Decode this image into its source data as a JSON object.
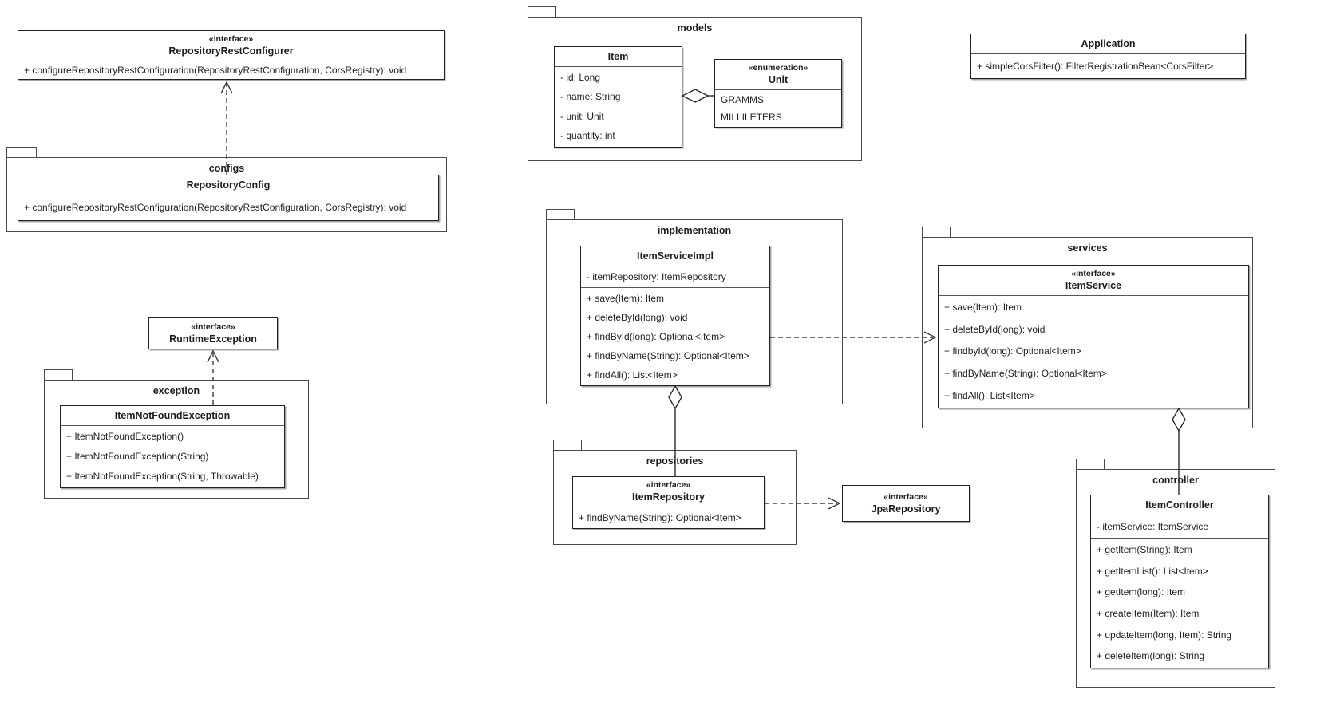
{
  "diagram_title": "Spring item service UML class diagram",
  "packages": {
    "configs": "configs",
    "exception": "exception",
    "models": "models",
    "implementation": "implementation",
    "services": "services",
    "repositories": "repositories",
    "controller": "controller"
  },
  "classes": {
    "repositoryRestConfigurer": {
      "stereotype": "«interface»",
      "name": "RepositoryRestConfigurer",
      "methods": [
        "+ configureRepositoryRestConfiguration(RepositoryRestConfiguration, CorsRegistry): void"
      ]
    },
    "repositoryConfig": {
      "name": "RepositoryConfig",
      "methods": [
        "+ configureRepositoryRestConfiguration(RepositoryRestConfiguration, CorsRegistry): void"
      ]
    },
    "runtimeException": {
      "stereotype": "«interface»",
      "name": "RuntimeException"
    },
    "itemNotFoundException": {
      "name": "ItemNotFoundException",
      "methods": [
        "+ ItemNotFoundException()",
        "+ ItemNotFoundException(String)",
        "+ ItemNotFoundException(String, Throwable)"
      ]
    },
    "item": {
      "name": "Item",
      "attributes": [
        "- id: Long",
        "- name: String",
        "- unit: Unit",
        "- quantity: int"
      ]
    },
    "unit": {
      "stereotype": "«enumeration»",
      "name": "Unit",
      "values": [
        "GRAMMS",
        "MILLILETERS"
      ]
    },
    "application": {
      "name": "Application",
      "methods": [
        "+ simpleCorsFilter(): FilterRegistrationBean<CorsFilter>"
      ]
    },
    "itemServiceImpl": {
      "name": "ItemServiceImpl",
      "attributes": [
        "- itemRepository: ItemRepository"
      ],
      "methods": [
        "+ save(Item): Item",
        "+ deleteById(long): void",
        "+ findById(long): Optional<Item>",
        "+ findByName(String): Optional<Item>",
        "+ findAll(): List<Item>"
      ]
    },
    "itemService": {
      "stereotype": "«interface»",
      "name": "ItemService",
      "methods": [
        "+ save(Item): Item",
        "+ deleteById(long): void",
        "+ findbyId(long): Optional<Item>",
        "+ findByName(String): Optional<Item>",
        "+ findAll(): List<Item>"
      ]
    },
    "itemRepository": {
      "stereotype": "«interface»",
      "name": "ItemRepository",
      "methods": [
        "+ findByName(String): Optional<Item>"
      ]
    },
    "jpaRepository": {
      "stereotype": "«interface»",
      "name": "JpaRepository"
    },
    "itemController": {
      "name": "ItemController",
      "attributes": [
        "- itemService: ItemService"
      ],
      "methods": [
        "+ getItem(String): Item",
        "+ getItemList(): List<Item>",
        "+ getItem(long): Item",
        "+ createItem(Item): Item",
        "+ updateItem(long, Item): String",
        "+ deleteItem(long): String"
      ]
    }
  },
  "connectors": [
    {
      "type": "realization",
      "from": "RepositoryConfig",
      "to": "RepositoryRestConfigurer"
    },
    {
      "type": "realization",
      "from": "ItemNotFoundException",
      "to": "RuntimeException"
    },
    {
      "type": "aggregation",
      "from": "Item",
      "to": "Unit"
    },
    {
      "type": "realization",
      "from": "ItemServiceImpl",
      "to": "ItemService"
    },
    {
      "type": "aggregation",
      "from": "ItemServiceImpl",
      "to": "ItemRepository"
    },
    {
      "type": "realization",
      "from": "ItemRepository",
      "to": "JpaRepository"
    },
    {
      "type": "aggregation",
      "from": "ItemService",
      "to": "ItemController"
    }
  ]
}
